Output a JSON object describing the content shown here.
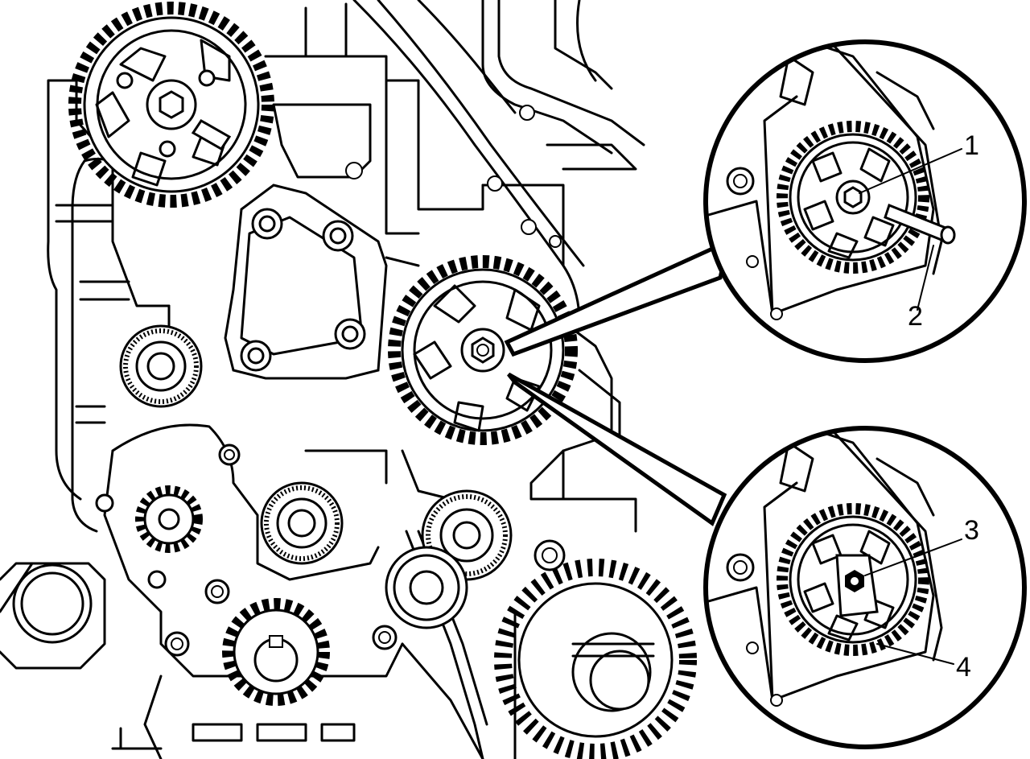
{
  "figure": {
    "subject": "engine-timing-belt-front",
    "colors": {
      "line": "#000000",
      "background": "#ffffff"
    }
  },
  "callouts": [
    {
      "id": "c1",
      "label": "1"
    },
    {
      "id": "c2",
      "label": "2"
    },
    {
      "id": "c3",
      "label": "3"
    },
    {
      "id": "c4",
      "label": "4"
    }
  ]
}
